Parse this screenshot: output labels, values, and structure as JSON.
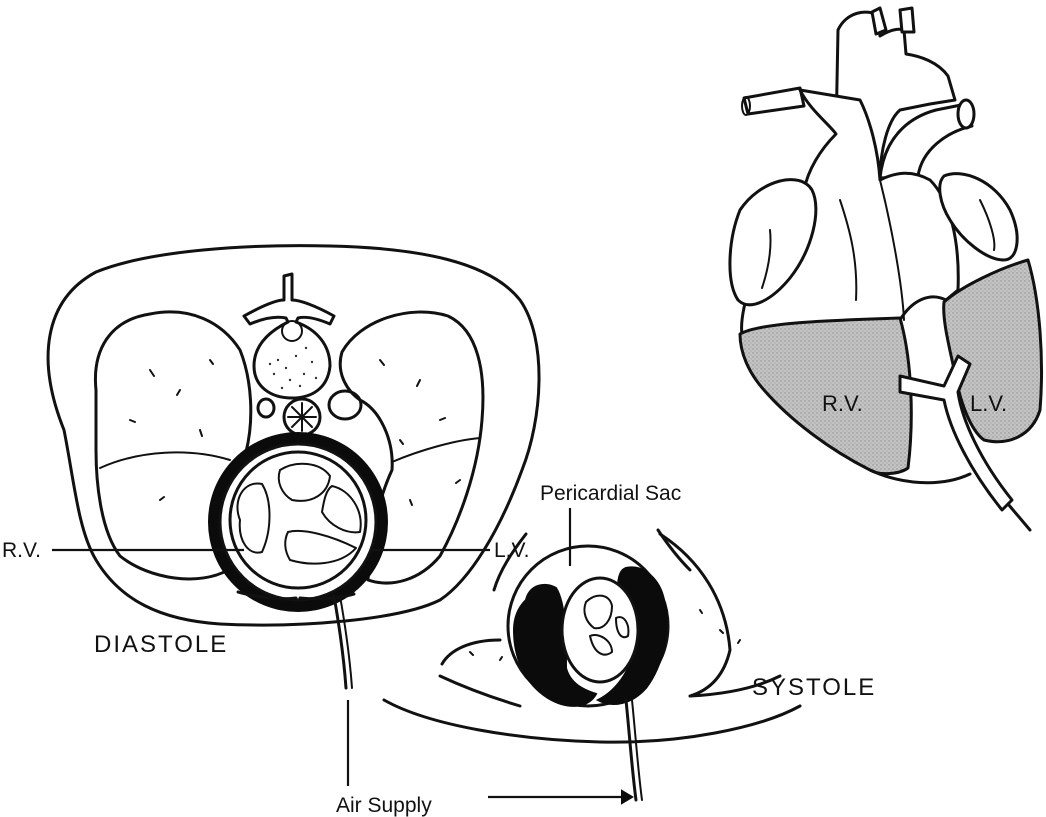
{
  "labels": {
    "diastole": "DIASTOLE",
    "systole": "SYSTOLE",
    "pericardial_sac": "Pericardial Sac",
    "air_supply": "Air Supply",
    "rv": "R.V.",
    "lv": "L.V.",
    "heart_rv": "R.V.",
    "heart_lv": "L.V."
  }
}
